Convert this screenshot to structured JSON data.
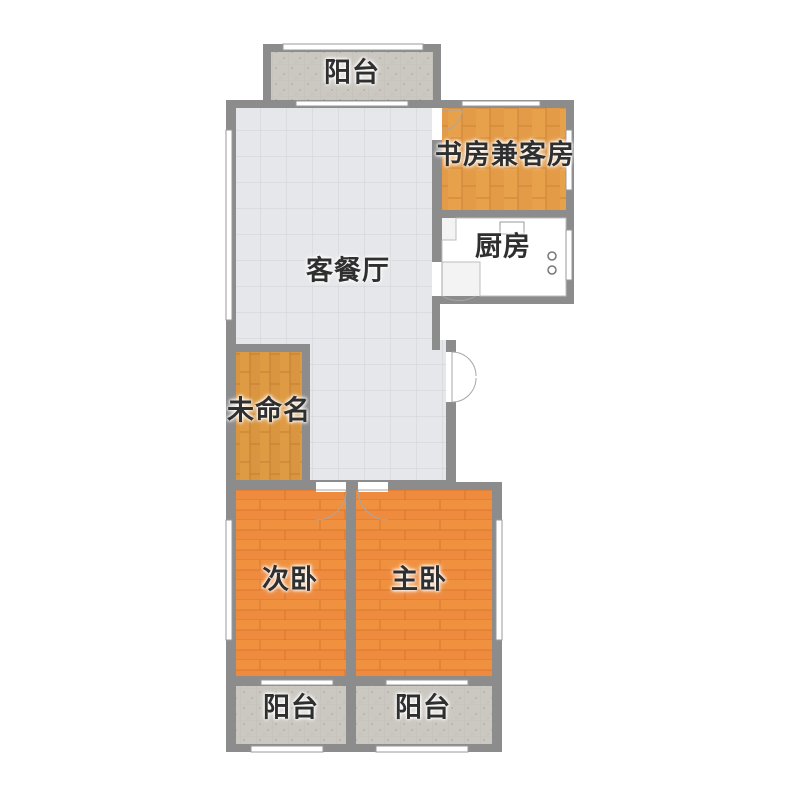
{
  "rooms": {
    "balcony_top": "阳台",
    "study": "书房兼客房",
    "kitchen": "厨房",
    "living_dining": "客餐厅",
    "unnamed": "未命名",
    "second_bedroom": "次卧",
    "master_bedroom": "主卧",
    "balcony_left": "阳台",
    "balcony_right": "阳台"
  },
  "colors": {
    "wall": "#8c8c8c",
    "floor_tile": "#e6e7ea",
    "floor_balcony": "#c9c5bf",
    "wood_bedroom": "#ee8a3d",
    "wood_study": "#e39a45",
    "kitchen_floor": "#f2f2f2",
    "window": "#ffffff"
  }
}
